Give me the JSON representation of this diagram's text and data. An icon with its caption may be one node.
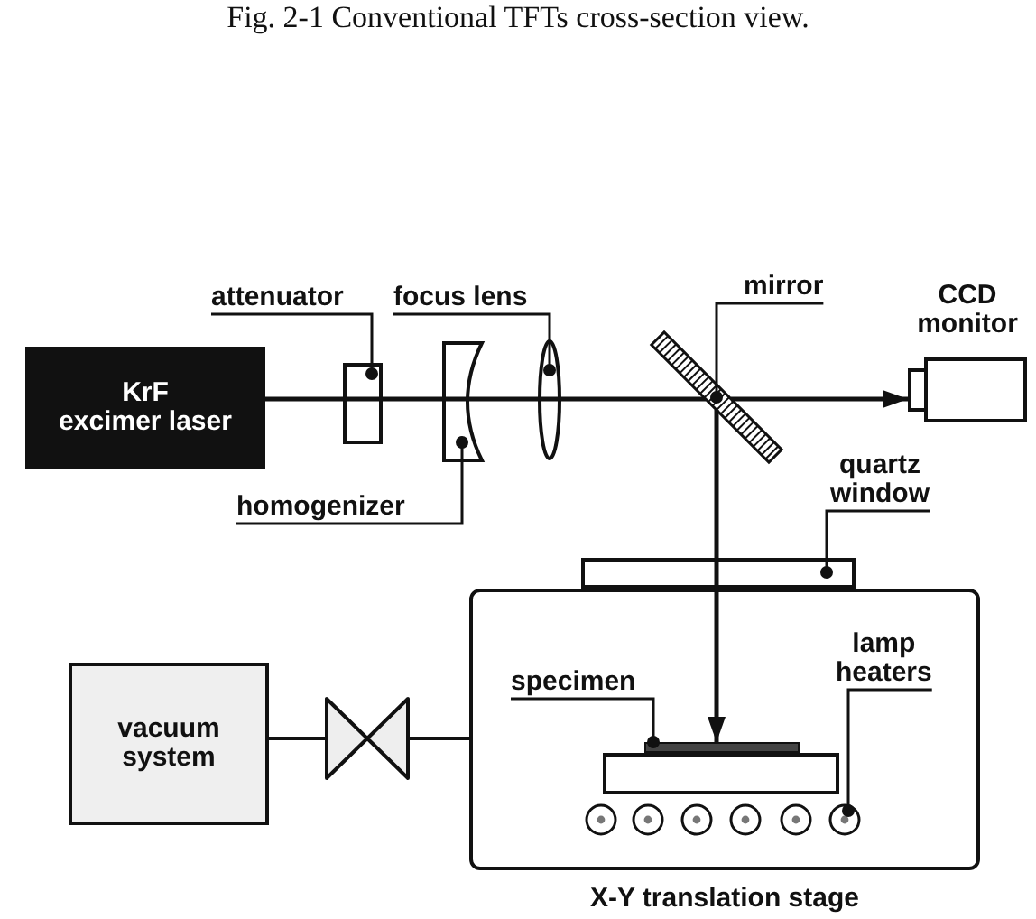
{
  "diagram": {
    "nodes": [
      {
        "text": [
          "attenuator"
        ]
      },
      {
        "text": [
          "focus lens"
        ]
      },
      {
        "text": [
          "mirror"
        ]
      },
      {
        "text": [
          "CCD monitor"
        ]
      },
      {
        "text": [
          "KrF excimer laser"
        ]
      },
      {
        "text": [],
        "shape": "box"
      },
      {
        "text": [],
        "shape": "lens"
      },
      {
        "text": [],
        "shape": "lens"
      },
      {
        "text": [],
        "shape": "bar"
      },
      {
        "text": [
          "homogenizer"
        ]
      },
      {
        "text": [
          "quartz window"
        ]
      },
      {
        "text": [],
        "shape": "box"
      },
      {
        "text": [
          "X-Y translation stage"
        ]
      },
      {
        "text": [
          "vacuum system"
        ]
      },
      {
        "text": [],
        "shape": "valve"
      },
      {
        "text": [
          "specimen"
        ],
        "in": 12
      },
      {
        "text": [
          "lamp heaters"
        ],
        "in": 12
      },
      {
        "text": [],
        "shape": "bar",
        "in": 12
      },
      {
        "text": [],
        "shape": "box",
        "in": 12
      },
      {
        "text": [],
        "shape": "circle",
        "in": 12
      },
      {
        "text": [],
        "shape": "circle",
        "in": 12
      },
      {
        "text": [],
        "shape": "circle",
        "in": 12
      },
      {
        "text": [],
        "shape": "circle",
        "in": 12
      },
      {
        "text": [],
        "shape": "circle",
        "in": 12
      },
      {
        "text": [],
        "shape": "circle",
        "in": 12
      }
    ],
    "edges": [
      {
        "from": 4,
        "to": 5,
        "arrow": "none"
      },
      {
        "from": 5,
        "to": 6,
        "arrow": "none"
      },
      {
        "from": 6,
        "to": 7,
        "arrow": "none"
      },
      {
        "from": 7,
        "to": 8,
        "arrow": "none"
      },
      {
        "from": 8,
        "to": 3,
        "arrow": "to"
      },
      {
        "from": 8,
        "to": 11,
        "arrow": "none"
      },
      {
        "from": 11,
        "to": 17,
        "arrow": "to"
      },
      {
        "from": 13,
        "to": 14,
        "arrow": "none"
      },
      {
        "from": 14,
        "to": 12,
        "arrow": "none"
      },
      {
        "from": 0,
        "to": 5,
        "arrow": "other"
      },
      {
        "from": 1,
        "to": 7,
        "arrow": "other"
      },
      {
        "from": 2,
        "to": 8,
        "arrow": "other"
      },
      {
        "from": 9,
        "to": 6,
        "arrow": "other"
      },
      {
        "from": 10,
        "to": 11,
        "arrow": "other"
      },
      {
        "from": 15,
        "to": 17,
        "arrow": "other"
      },
      {
        "from": 16,
        "to": 24,
        "arrow": "other"
      }
    ],
    "labels": [
      "Fig. 2-1 Conventional TFTs cross-section view."
    ]
  }
}
